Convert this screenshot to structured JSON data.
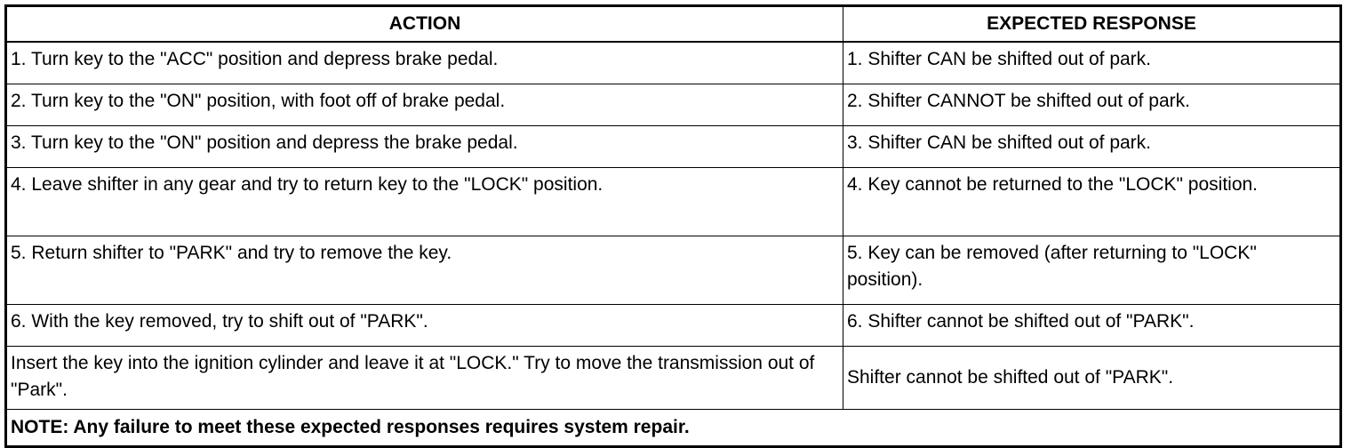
{
  "table": {
    "headers": {
      "action": "ACTION",
      "response": "EXPECTED RESPONSE"
    },
    "rows": [
      {
        "action": "1. Turn key to the \"ACC\" position and depress brake pedal.",
        "response": "1. Shifter CAN be shifted out of park."
      },
      {
        "action": "2. Turn key to the \"ON\" position, with foot off of brake pedal.",
        "response": "2. Shifter CANNOT be shifted out of park."
      },
      {
        "action": "3. Turn key to the \"ON\" position and depress the brake pedal.",
        "response": "3. Shifter CAN be shifted out of park."
      },
      {
        "action": "4. Leave shifter in any gear and try to return key to the \"LOCK\" position.",
        "response": "4. Key cannot be returned to the \"LOCK\" position."
      },
      {
        "action": "5. Return shifter to \"PARK\" and try to remove the key.",
        "response": "5. Key can be removed (after returning to \"LOCK\" position)."
      },
      {
        "action": "6. With the key removed, try to shift out of \"PARK\".",
        "response": "6. Shifter cannot be shifted out of \"PARK\"."
      },
      {
        "action": "Insert the key into the ignition cylinder and leave it at \"LOCK.\" Try to move the transmission out of \"Park\".",
        "response": "Shifter cannot be shifted out of \"PARK\"."
      }
    ],
    "note": "NOTE: Any failure to meet these expected responses requires system repair."
  }
}
